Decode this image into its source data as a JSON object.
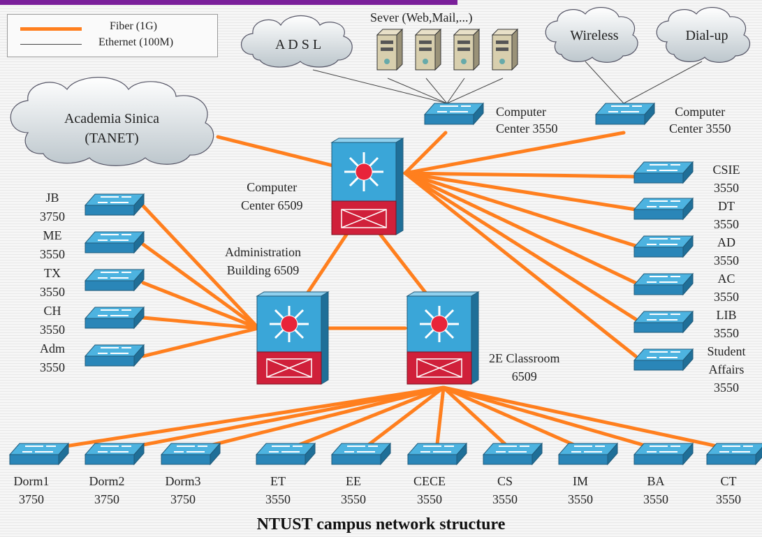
{
  "legend": {
    "fiber": "Fiber (1G)",
    "ethernet": "Ethernet (100M)"
  },
  "clouds": {
    "adsl": "A D S L",
    "wireless": "Wireless",
    "dialup": "Dial-up",
    "academia_1": "Academia Sinica",
    "academia_2": "(TANET)"
  },
  "servers": {
    "label": "Sever (Web,Mail,...)",
    "count": 4
  },
  "core": {
    "cc6509_1": "Computer",
    "cc6509_2": "Center 6509",
    "admin_1": "Administration",
    "admin_2": "Building 6509",
    "class_1": "2E Classroom",
    "class_2": "6509"
  },
  "edge_top": {
    "left_1": "Computer",
    "left_2": "Center 3550",
    "right_1": "Computer",
    "right_2": "Center 3550"
  },
  "left_switches": [
    {
      "name": "JB",
      "model": "3750"
    },
    {
      "name": "ME",
      "model": "3550"
    },
    {
      "name": "TX",
      "model": "3550"
    },
    {
      "name": "CH",
      "model": "3550"
    },
    {
      "name": "Adm",
      "model": "3550"
    }
  ],
  "right_switches": [
    {
      "name": "CSIE",
      "model": "3550"
    },
    {
      "name": "DT",
      "model": "3550"
    },
    {
      "name": "AD",
      "model": "3550"
    },
    {
      "name": "AC",
      "model": "3550"
    },
    {
      "name": "LIB",
      "model": "3550"
    }
  ],
  "student_affairs": {
    "line1": "Student",
    "line2": "Affairs",
    "model": "3550"
  },
  "bottom_switches": [
    {
      "name": "Dorm1",
      "model": "3750"
    },
    {
      "name": "Dorm2",
      "model": "3750"
    },
    {
      "name": "Dorm3",
      "model": "3750"
    },
    {
      "name": "ET",
      "model": "3550"
    },
    {
      "name": "EE",
      "model": "3550"
    },
    {
      "name": "CECE",
      "model": "3550"
    },
    {
      "name": "CS",
      "model": "3550"
    },
    {
      "name": "IM",
      "model": "3550"
    },
    {
      "name": "BA",
      "model": "3550"
    },
    {
      "name": "CT",
      "model": "3550"
    }
  ],
  "title": "NTUST campus network structure",
  "colors": {
    "fiber": "#ff7f1e",
    "ethernet": "#444444",
    "switch_blue": "#3aa6d8",
    "router_red": "#d0203a",
    "title_bar": "#7a1f9a"
  }
}
